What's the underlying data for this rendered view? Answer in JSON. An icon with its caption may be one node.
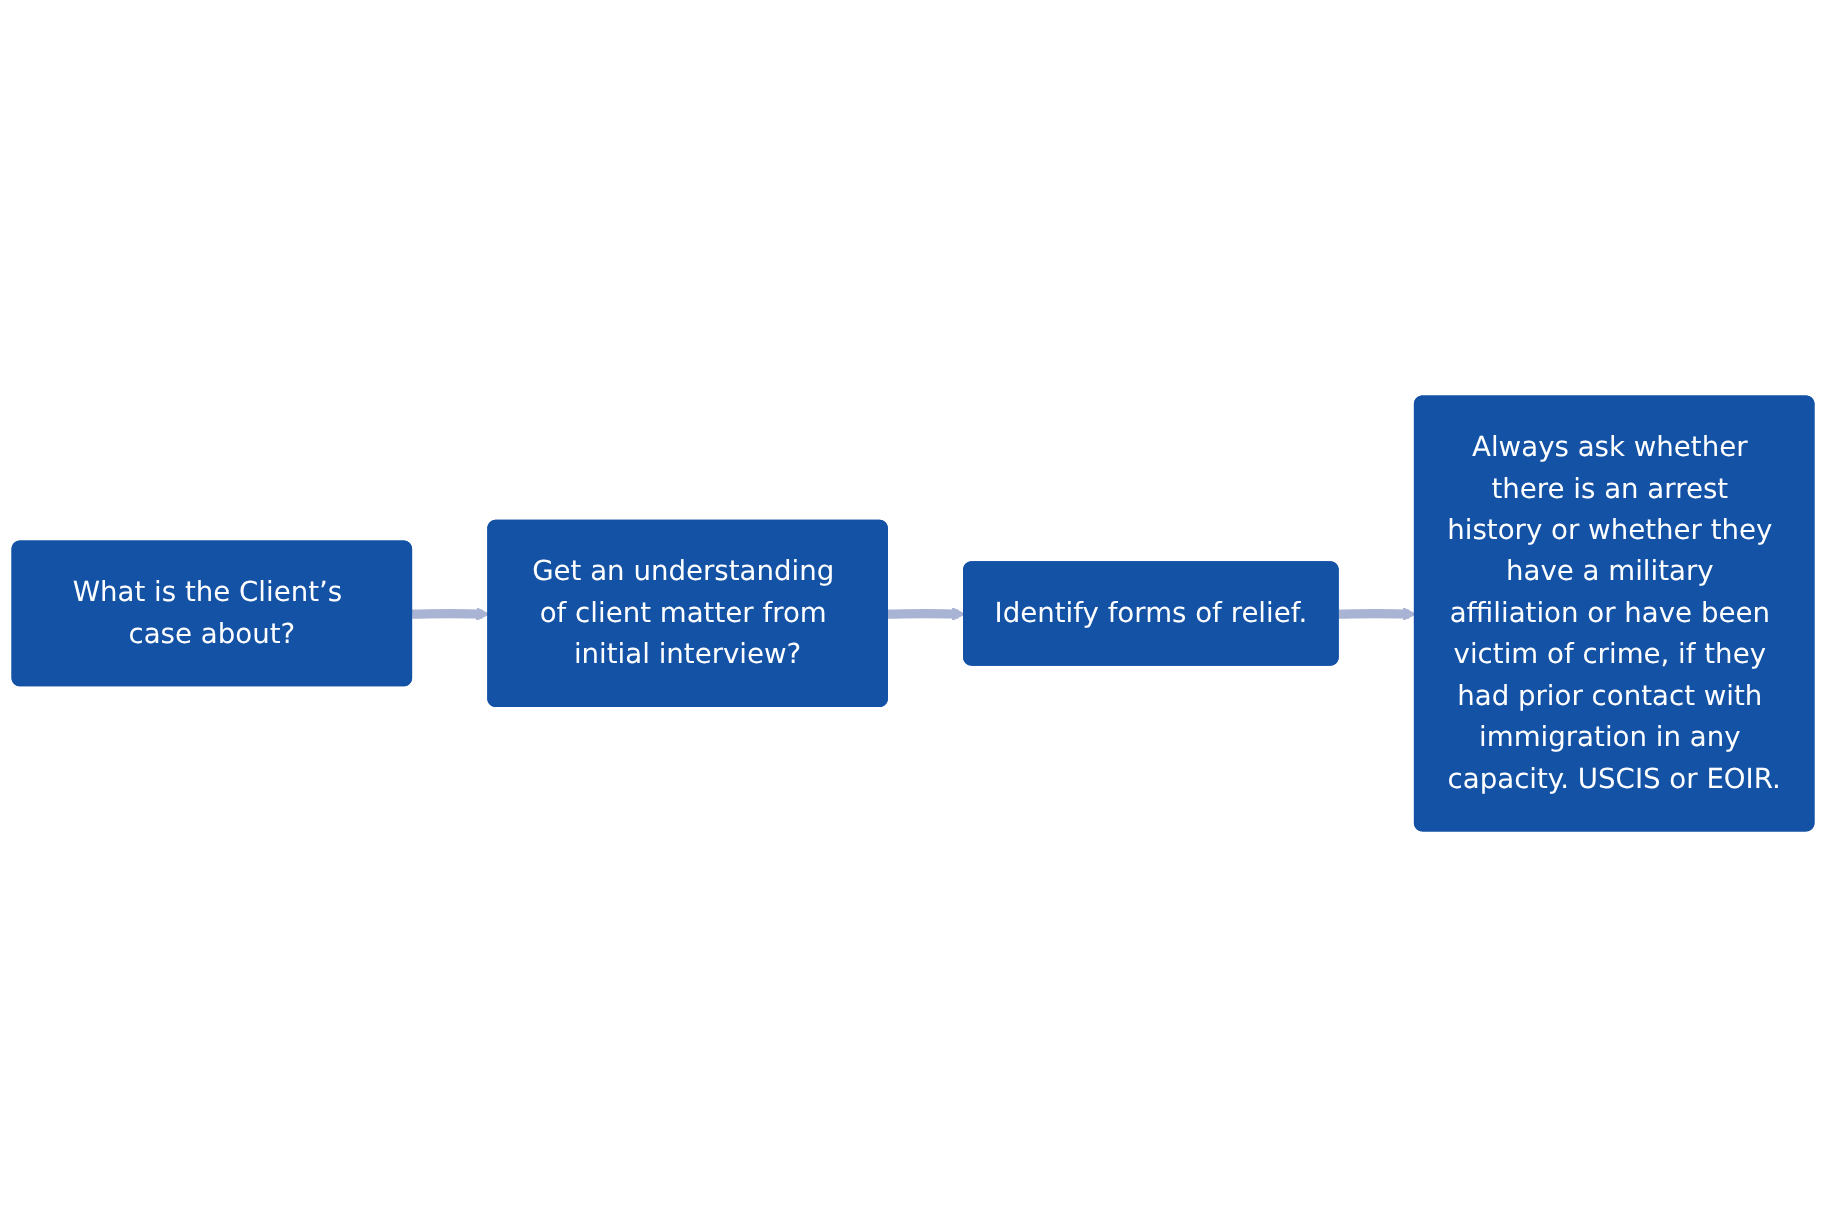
{
  "diagram": {
    "nodes": [
      {
        "text": [
          "What is the Client’s case about?"
        ]
      },
      {
        "text": [
          "Get an understanding of client matter from initial interview?"
        ]
      },
      {
        "text": [
          "Identify forms of relief."
        ]
      },
      {
        "text": [
          "Always ask whether there is an arrest history or whether they have a military affiliation or have been victim of crime, if they had prior contact with immigration in any capacity. USCIS or EOIR."
        ]
      }
    ],
    "edges": [
      {
        "from": 0,
        "to": 1,
        "arrow": "to"
      },
      {
        "from": 1,
        "to": 2,
        "arrow": "to"
      },
      {
        "from": 2,
        "to": 3,
        "arrow": "to"
      }
    ]
  }
}
